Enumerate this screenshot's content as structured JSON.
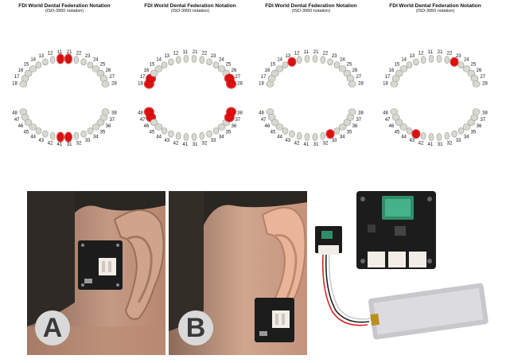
{
  "chart_titles": {
    "title": "FDI World Dental Federation Notation",
    "subtitle": "(ISO-3950 notation)"
  },
  "upper_teeth": [
    "18",
    "17",
    "16",
    "15",
    "14",
    "13",
    "12",
    "11",
    "21",
    "22",
    "23",
    "24",
    "25",
    "26",
    "27",
    "28"
  ],
  "lower_teeth": [
    "48",
    "47",
    "46",
    "45",
    "44",
    "43",
    "42",
    "41",
    "31",
    "32",
    "33",
    "34",
    "35",
    "36",
    "37",
    "38"
  ],
  "charts": [
    {
      "highlighted": [
        "11",
        "21",
        "31",
        "41"
      ]
    },
    {
      "highlighted": [
        "17",
        "18",
        "27",
        "28",
        "37",
        "38",
        "47",
        "48"
      ]
    },
    {
      "highlighted": [
        "13",
        "33"
      ]
    },
    {
      "highlighted": [
        "23",
        "43"
      ]
    }
  ],
  "photos": {
    "labels": [
      "A",
      "B"
    ]
  },
  "colors": {
    "highlight": "#e01010",
    "tooth": "#d8d8d0",
    "skin": "#c89a80",
    "hair": "#2a2622",
    "pcb": "#1c1c1c",
    "connector": "#f2ede6"
  }
}
